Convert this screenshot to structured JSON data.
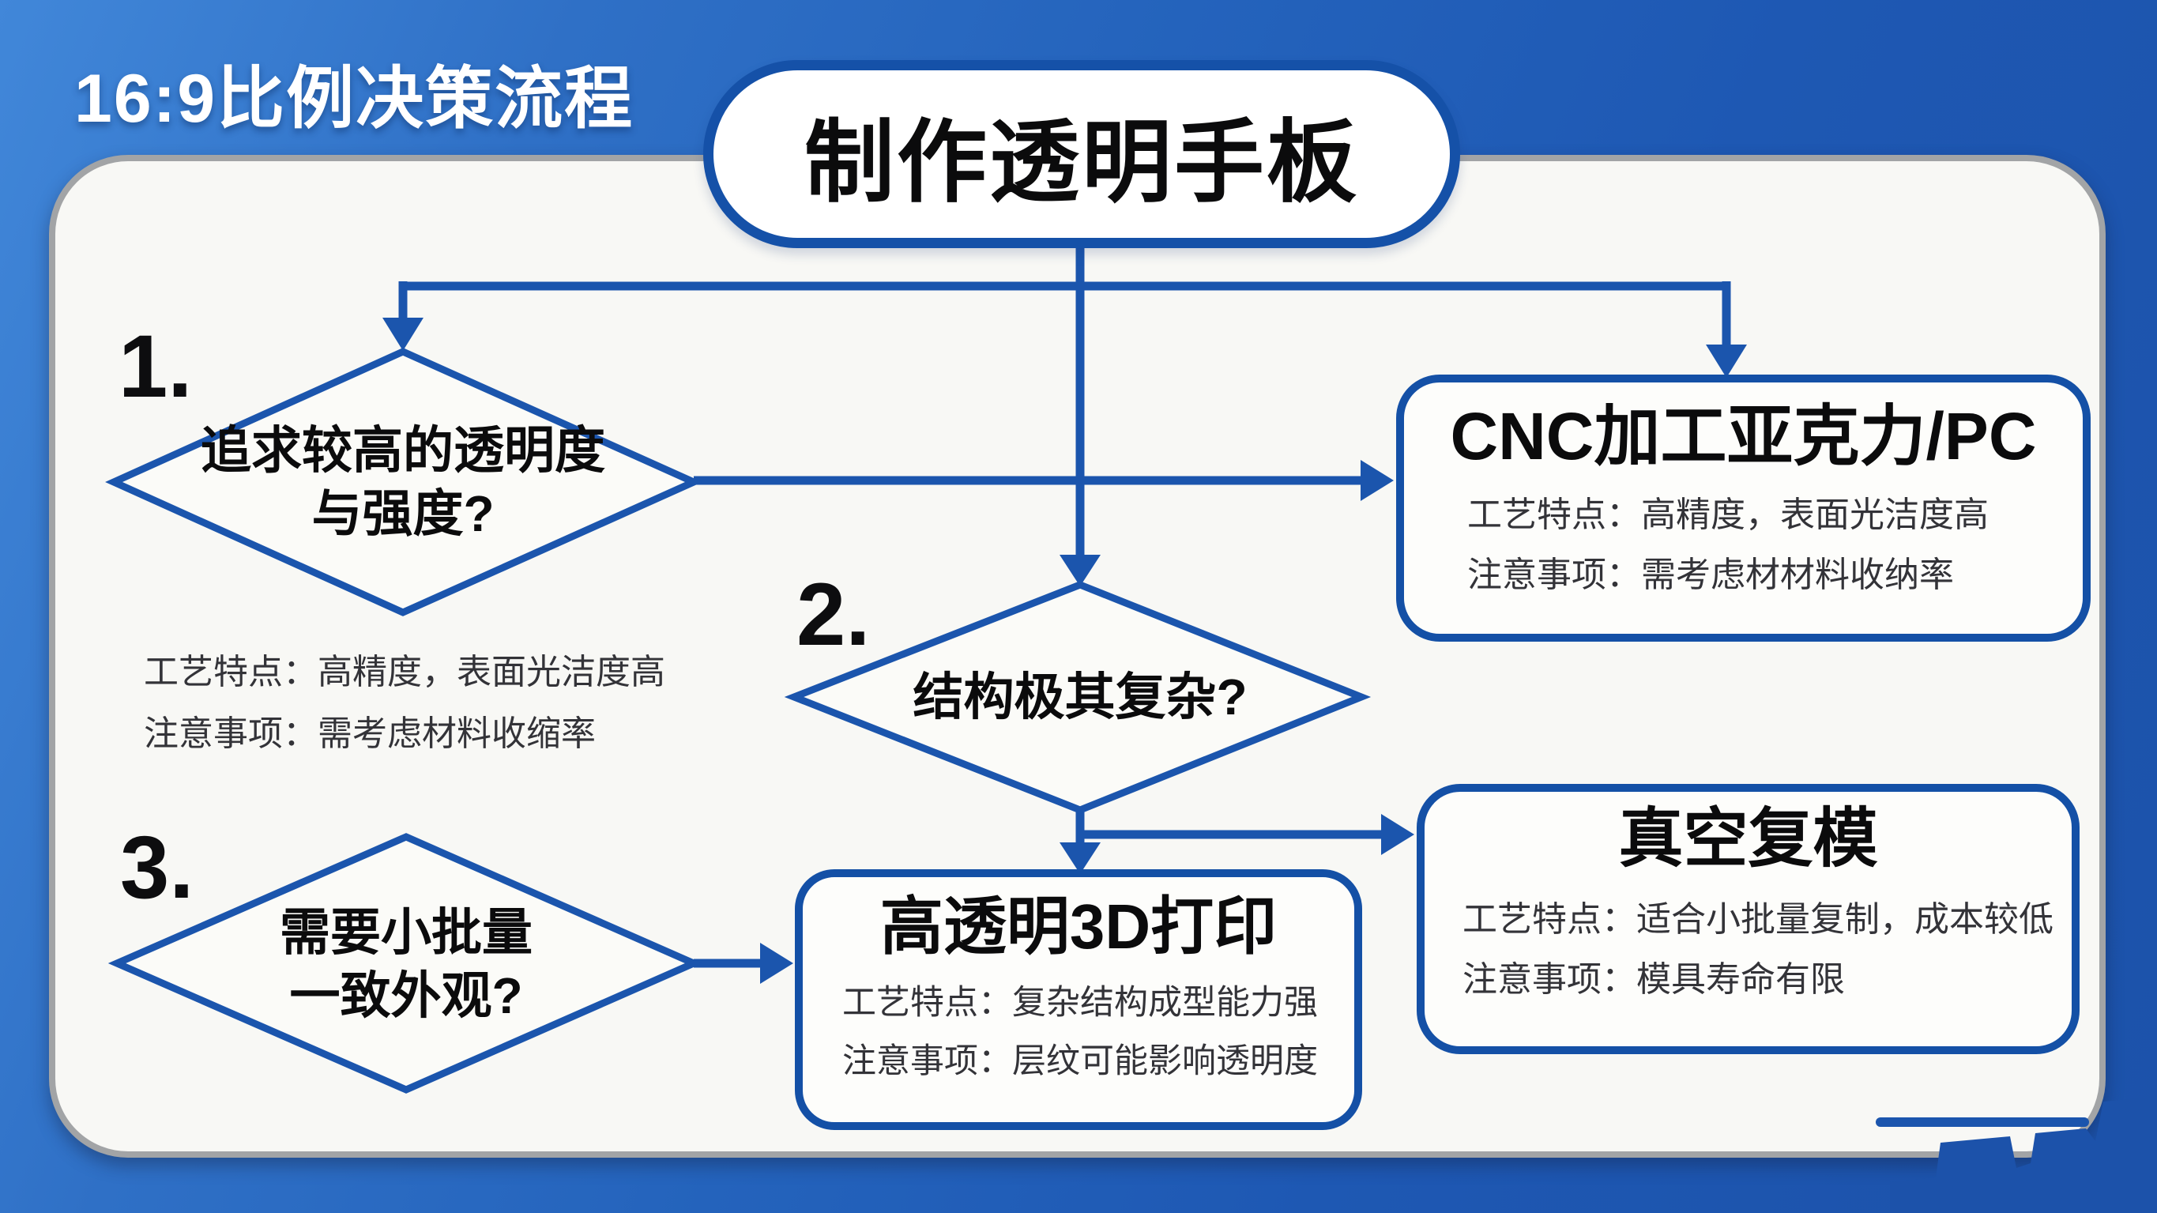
{
  "page": {
    "heading": "16:9比例决策流程",
    "start_node": "制作透明手板"
  },
  "decisions": [
    {
      "number": "1.",
      "line1": "追求较高的透明度",
      "line2": "与强度?",
      "note1": "工艺特点：高精度，表面光洁度高",
      "note2": "注意事项：需考虑材料收缩率"
    },
    {
      "number": "2.",
      "line1": "结构极其复杂?"
    },
    {
      "number": "3.",
      "line1": "需要小批量",
      "line2": "一致外观?"
    }
  ],
  "processes": [
    {
      "title": "CNC加工亚克力/PC",
      "line1": "工艺特点：高精度，表面光洁度高",
      "line2": "注意事项：需考虑材材料收纳率"
    },
    {
      "title": "真空复模",
      "line1": "工艺特点：适合小批量复制，成本较低",
      "line2": "注意事项：模具寿命有限"
    },
    {
      "title": "高透明3D打印",
      "line1": "工艺特点：复杂结构成型能力强",
      "line2": "注意事项：层纹可能影响透明度"
    }
  ],
  "colors": {
    "background_top": "#4187d9",
    "background_bottom": "#1c52aa",
    "connector_blue": "#1b55ad",
    "node_border_blue": "#1450a6",
    "panel_white": "#f8f8f5",
    "panel_edge_gray": "#a2a4a6",
    "text_black": "#0b0b0c",
    "text_gray": "#333338"
  }
}
